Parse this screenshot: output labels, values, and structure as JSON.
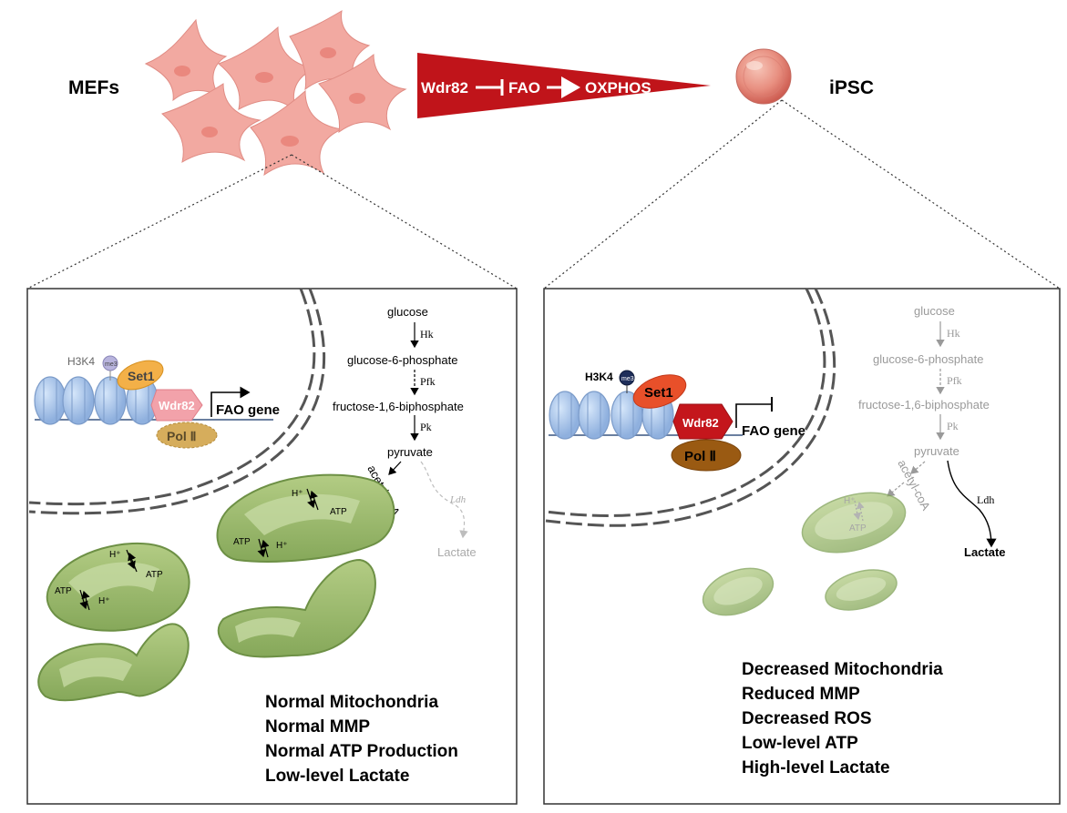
{
  "header": {
    "left_label": "MEFs",
    "right_label": "iPSC",
    "arrow": {
      "gene": "Wdr82",
      "process1": "FAO",
      "process2": "OXPHOS",
      "color": "#c0141a"
    }
  },
  "left_panel": {
    "chromatin": {
      "mark": "H3K4",
      "methyl": "me3",
      "set1": "Set1",
      "wdr82": "Wdr82",
      "pol": "Pol Ⅱ",
      "gene": "FAO gene"
    },
    "pathway": {
      "glucose": "glucose",
      "hk": "Hk",
      "g6p": "glucose-6-phosphate",
      "pfk": "Pfk",
      "f16bp": "fructose-1,6-biphosphate",
      "pk": "Pk",
      "pyruvate": "pyruvate",
      "acetyl": "acetyl-coA",
      "ldh": "Ldh",
      "lactate": "Lactate"
    },
    "mito_labels": {
      "hplus": "H⁺",
      "atp": "ATP"
    },
    "summary": [
      "Normal Mitochondria",
      "Normal MMP",
      "Normal ATP Production",
      "Low-level Lactate"
    ]
  },
  "right_panel": {
    "chromatin": {
      "mark": "H3K4",
      "methyl": "me3",
      "set1": "Set1",
      "wdr82": "Wdr82",
      "pol": "Pol Ⅱ",
      "gene": "FAO gene"
    },
    "pathway": {
      "glucose": "glucose",
      "hk": "Hk",
      "g6p": "glucose-6-phosphate",
      "pfk": "Pfk",
      "f16bp": "fructose-1,6-biphosphate",
      "pk": "Pk",
      "pyruvate": "pyruvate",
      "acetyl": "acetyl-coA",
      "ldh": "Ldh",
      "lactate": "Lactate"
    },
    "mito_labels": {
      "hplus": "H⁺",
      "atp": "ATP"
    },
    "summary": [
      "Decreased Mitochondria",
      "Reduced MMP",
      "Decreased ROS",
      "Low-level ATP",
      "High-level Lactate"
    ]
  },
  "colors": {
    "cell_pink": "#f0a8a0",
    "mito_green": "#9dbb6c",
    "mito_dark": "#5f8a3a",
    "nucleosome": "#a9c6ec",
    "set1_left": "#f3b048",
    "set1_right": "#e8502a",
    "wdr82_left": "#f2a2aa",
    "wdr82_right": "#c4161c",
    "pol_left": "#d6ad5c",
    "pol_right": "#9a5a12"
  }
}
